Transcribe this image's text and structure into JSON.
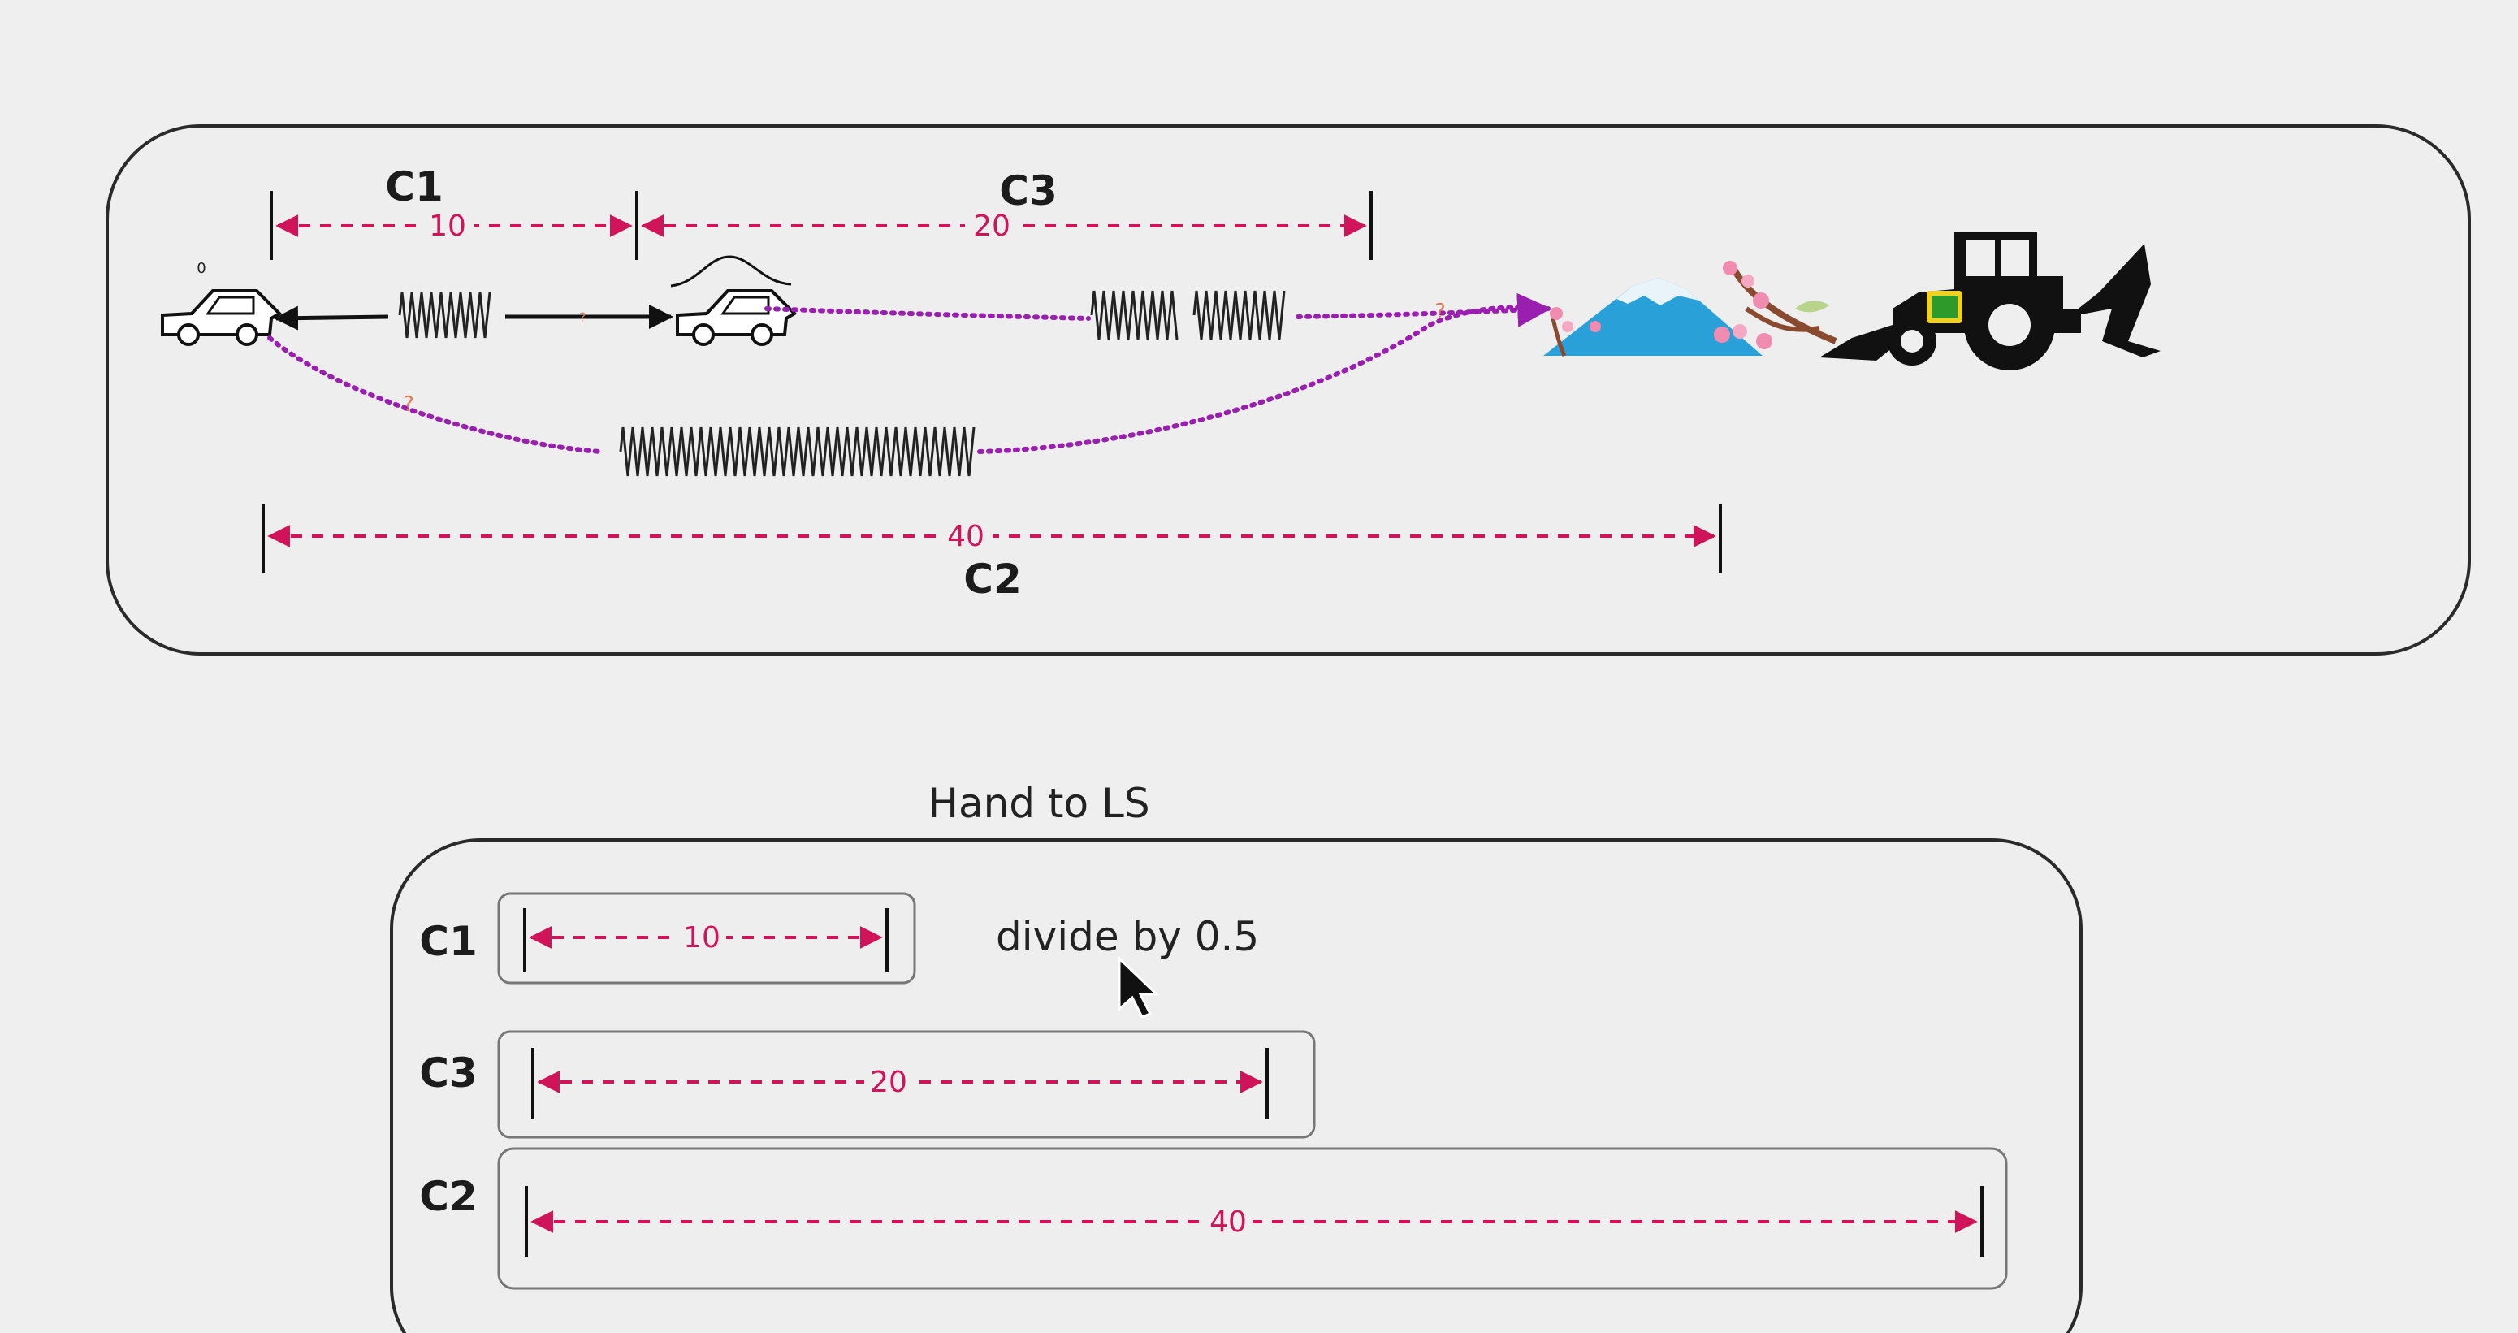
{
  "colors": {
    "background": "#f0eff0",
    "dimension": "#d0145a",
    "dotted_path": "#9a1fb0",
    "outline": "#2a2a2a",
    "mountain": "#2aa0d8",
    "blossom": "#f08cb0",
    "tractor_accent": "#2e9a2a"
  },
  "top_panel": {
    "c1": {
      "label": "C1",
      "value": "10"
    },
    "c3": {
      "label": "C3",
      "value": "20"
    },
    "c2": {
      "label": "C2",
      "value": "40"
    },
    "car_index": "0",
    "unknown_mark": "?",
    "icons": [
      "car-icon",
      "spring-icon",
      "mountain-icon",
      "cherry-blossom-icon",
      "tractor-icon"
    ]
  },
  "bottom_panel": {
    "title": "Hand to LS",
    "note": "divide by 0.5",
    "rows": [
      {
        "label": "C1",
        "value": "10"
      },
      {
        "label": "C3",
        "value": "20"
      },
      {
        "label": "C2",
        "value": "40"
      }
    ]
  }
}
